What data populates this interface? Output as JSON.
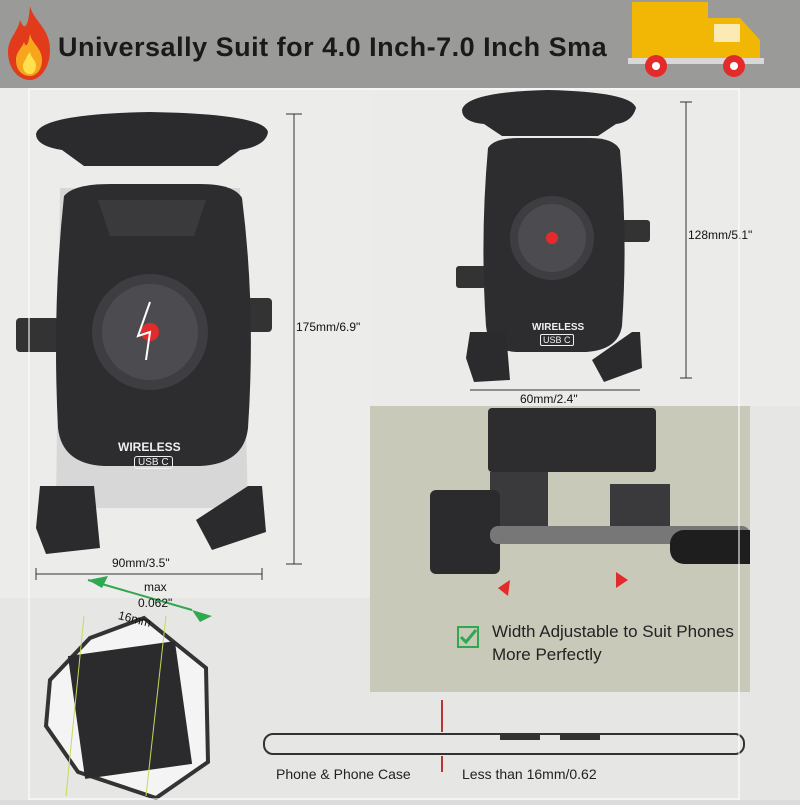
{
  "banner": {
    "title": "Universally Suit for 4.0 Inch-7.0 Inch Sma"
  },
  "icons": {
    "fire": "fire-icon",
    "truck": "truck-icon",
    "check": "checkmark-icon"
  },
  "left_product": {
    "height_label": "175mm/6.9\"",
    "width_label": "90mm/3.5\"",
    "badge_text": "WIRELESS",
    "port_text": "USB C"
  },
  "right_product": {
    "height_label": "128mm/5.1\"",
    "width_label": "60mm/2.4\"",
    "badge_text": "WIRELESS",
    "port_text": "USB C"
  },
  "clamp_detail": {
    "max_label": "max",
    "max_value": "0.062\"",
    "mm_value": "16mm"
  },
  "feature": {
    "line1": "Width Adjustable to Suit Phones",
    "line2": "More Perfectly"
  },
  "bottom": {
    "caption_left": "Phone & Phone Case",
    "caption_right": "Less than 16mm/0.62"
  },
  "colors": {
    "accent_red": "#e32b2b",
    "accent_green": "#2fa84f",
    "device_dark": "#2b2b2d"
  }
}
